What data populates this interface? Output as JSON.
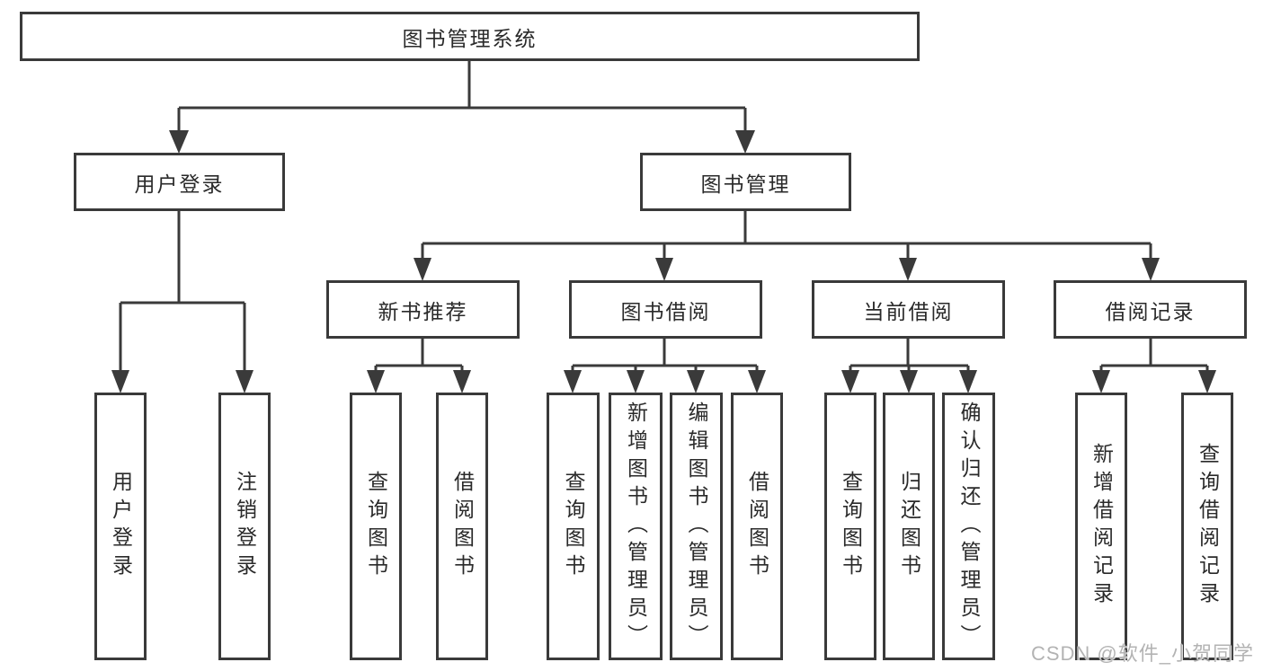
{
  "diagram": {
    "type": "tree-structure-diagram",
    "root": "图书管理系统",
    "level2": [
      "用户登录",
      "图书管理"
    ],
    "level3": [
      "新书推荐",
      "图书借阅",
      "当前借阅",
      "借阅记录"
    ],
    "leaves": [
      "用户登录",
      "注销登录",
      "查询图书",
      "借阅图书",
      "查询图书",
      "新增图书（管理员）",
      "编辑图书（管理员）",
      "借阅图书",
      "查询图书",
      "归还图书",
      "确认归还（管理员）",
      "新增借阅记录",
      "查询借阅记录"
    ],
    "hierarchy": {
      "图书管理系统": [
        "用户登录",
        "图书管理"
      ],
      "用户登录": [
        "用户登录",
        "注销登录"
      ],
      "图书管理": [
        "新书推荐",
        "图书借阅",
        "当前借阅",
        "借阅记录"
      ],
      "新书推荐": [
        "查询图书",
        "借阅图书"
      ],
      "图书借阅": [
        "查询图书",
        "新增图书（管理员）",
        "编辑图书（管理员）",
        "借阅图书"
      ],
      "当前借阅": [
        "查询图书",
        "归还图书",
        "确认归还（管理员）"
      ],
      "借阅记录": [
        "新增借阅记录",
        "查询借阅记录"
      ]
    }
  },
  "watermark": "CSDN @软件_小贺同学",
  "colors": {
    "line": "#3a3a3a",
    "box_border": "#3a3a3a",
    "text": "#2a2a2a",
    "watermark": "#b3b3b3",
    "background": "#ffffff"
  }
}
